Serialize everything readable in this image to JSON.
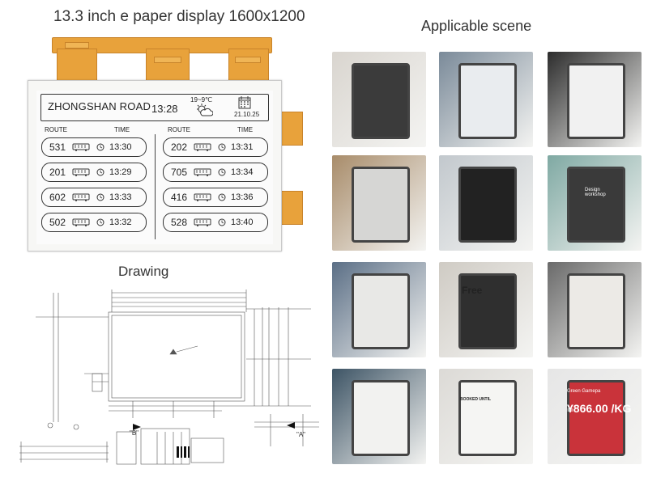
{
  "title": "13.3 inch e paper display 1600x1200",
  "scene_title": "Applicable scene",
  "drawing_title": "Drawing",
  "panel": {
    "road": "ZHONGSHAN ROAD",
    "clock": "13:28",
    "temperature": "19~9℃",
    "date": "21.10.25",
    "route_label": "ROUTE",
    "time_label": "TIME",
    "left_rows": [
      {
        "route": "531",
        "time": "13:30"
      },
      {
        "route": "201",
        "time": "13:29"
      },
      {
        "route": "602",
        "time": "13:33"
      },
      {
        "route": "502",
        "time": "13:32"
      }
    ],
    "right_rows": [
      {
        "route": "202",
        "time": "13:31"
      },
      {
        "route": "705",
        "time": "13:34"
      },
      {
        "route": "416",
        "time": "13:36"
      },
      {
        "route": "528",
        "time": "13:40"
      }
    ]
  },
  "scenes": [
    "ereader-hand",
    "door-sign",
    "menu-stand",
    "sensor-devices",
    "printer-label",
    "design-workshop-tag",
    "transit-tablet",
    "free-room-sign",
    "tablet-drawing",
    "sketch-tablet",
    "booked-tag",
    "price-tag"
  ],
  "scene_texts": {
    "design_workshop": "Design workshop",
    "free": "Free",
    "booked": "BOOKED UNTIL",
    "price": "¥866.00 /KG",
    "green": "Green Gamepa"
  },
  "drawing_labels": {
    "view_b": "\"B\"",
    "view_a": "\"A\""
  },
  "colors": {
    "fpc": "#e8a23b",
    "accent_red": "#d8322a"
  }
}
